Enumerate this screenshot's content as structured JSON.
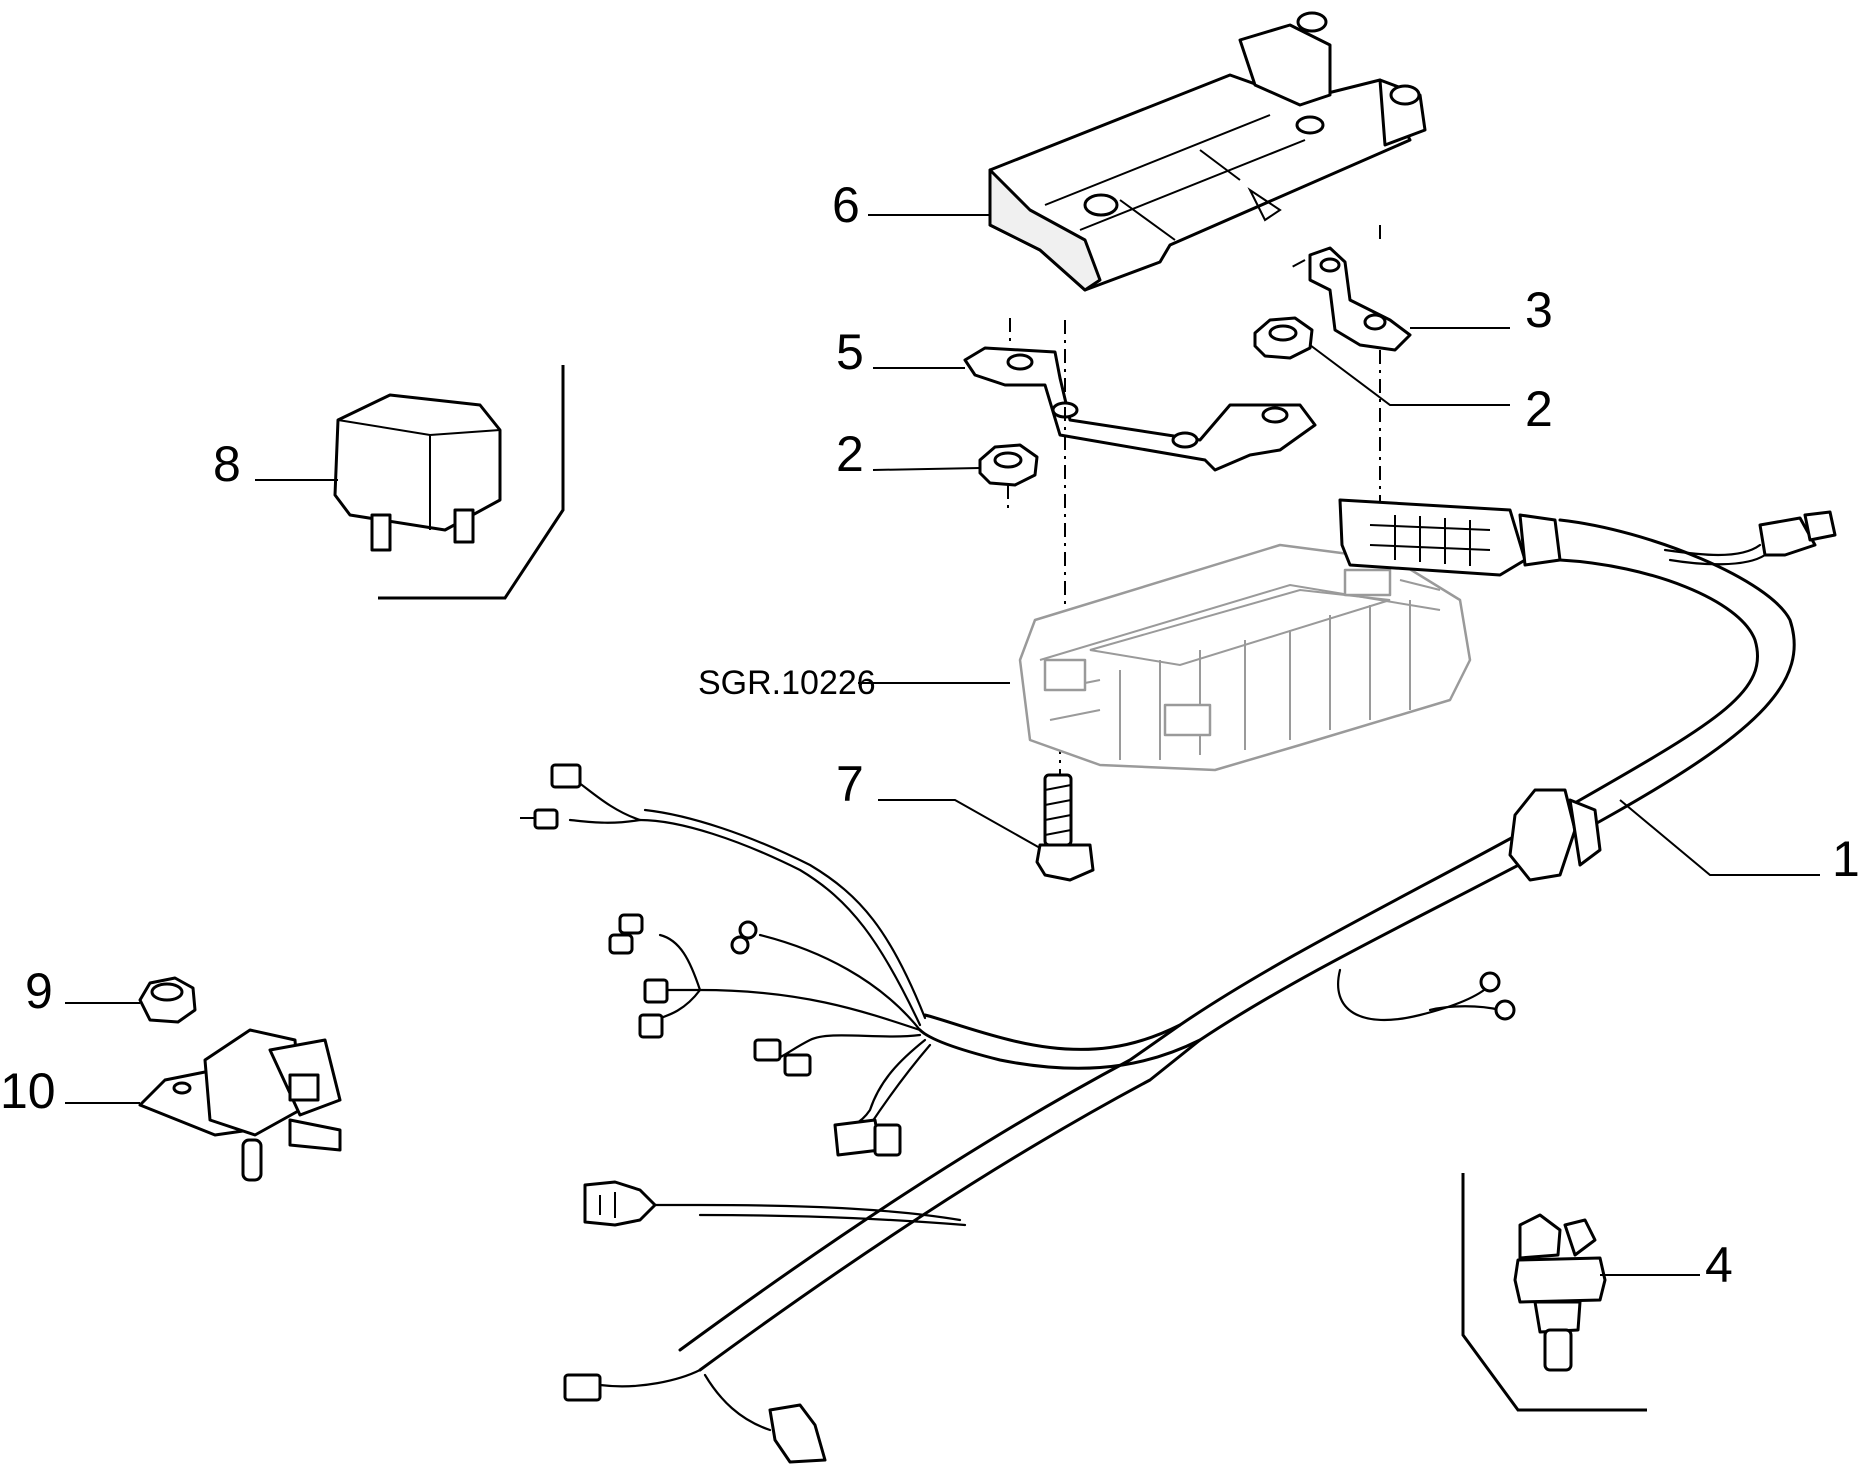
{
  "diagram": {
    "callouts": {
      "c1": "1",
      "c2a": "2",
      "c2b": "2",
      "c3": "3",
      "c4": "4",
      "c5": "5",
      "c6": "6",
      "c7": "7",
      "c8": "8",
      "c9": "9",
      "c10": "10"
    },
    "ecu_ref": "SGR.10226"
  }
}
